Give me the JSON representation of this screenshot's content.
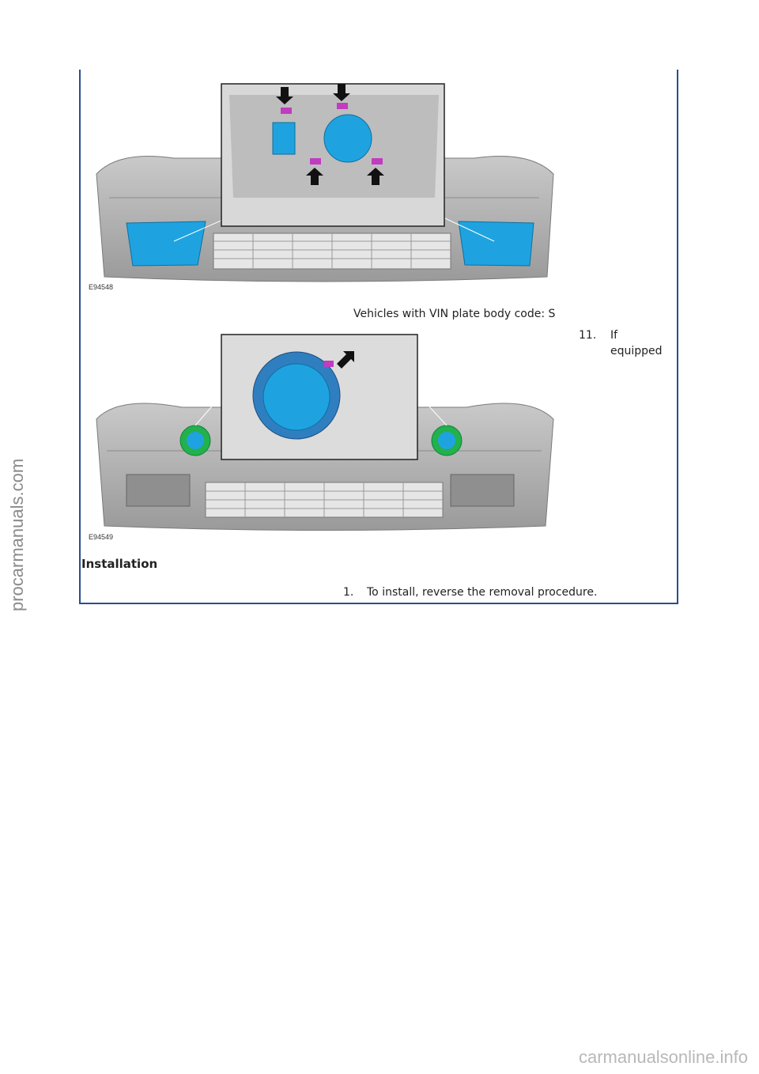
{
  "figure1": {
    "code": "E94548"
  },
  "figure2": {
    "code": "E94549"
  },
  "caption": "Vehicles with VIN plate body code: S",
  "step11": {
    "number": "11.",
    "text_line1": "If",
    "text_line2": "equipped"
  },
  "installation": {
    "heading": "Installation",
    "step1": {
      "number": "1.",
      "text": "To install, reverse the removal procedure."
    }
  },
  "watermarks": {
    "side": "procarmanuals.com",
    "bottom": "carmanualsonline.info"
  },
  "colors": {
    "border": "#2b4d8f",
    "highlight_blue": "#1fa3e0",
    "highlight_green": "#22b14c",
    "marker_magenta": "#c03cc0"
  }
}
